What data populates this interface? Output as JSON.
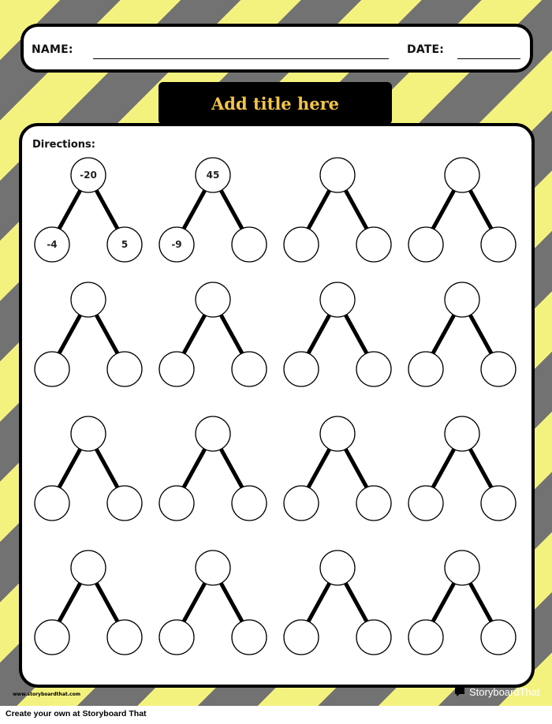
{
  "header": {
    "name_label": "NAME:",
    "date_label": "DATE:"
  },
  "title": "Add title here",
  "directions_label": "Directions:",
  "number_bonds": [
    {
      "top": "-20",
      "left": "-4",
      "right": "5"
    },
    {
      "top": "45",
      "left": "-9",
      "right": ""
    },
    {
      "top": "",
      "left": "",
      "right": ""
    },
    {
      "top": "",
      "left": "",
      "right": ""
    },
    {
      "top": "",
      "left": "",
      "right": ""
    },
    {
      "top": "",
      "left": "",
      "right": ""
    },
    {
      "top": "",
      "left": "",
      "right": ""
    },
    {
      "top": "",
      "left": "",
      "right": ""
    },
    {
      "top": "",
      "left": "",
      "right": ""
    },
    {
      "top": "",
      "left": "",
      "right": ""
    },
    {
      "top": "",
      "left": "",
      "right": ""
    },
    {
      "top": "",
      "left": "",
      "right": ""
    },
    {
      "top": "",
      "left": "",
      "right": ""
    },
    {
      "top": "",
      "left": "",
      "right": ""
    },
    {
      "top": "",
      "left": "",
      "right": ""
    },
    {
      "top": "",
      "left": "",
      "right": ""
    }
  ],
  "footer": {
    "url": "www.storyboardthat.com",
    "logo_text": "StoryboardThat",
    "caption": "Create your own at Storyboard That"
  },
  "colors": {
    "stripe_yellow": "#f4f27e",
    "stripe_gray": "#727272",
    "title_text": "#f2c449",
    "title_bg": "#000000"
  }
}
